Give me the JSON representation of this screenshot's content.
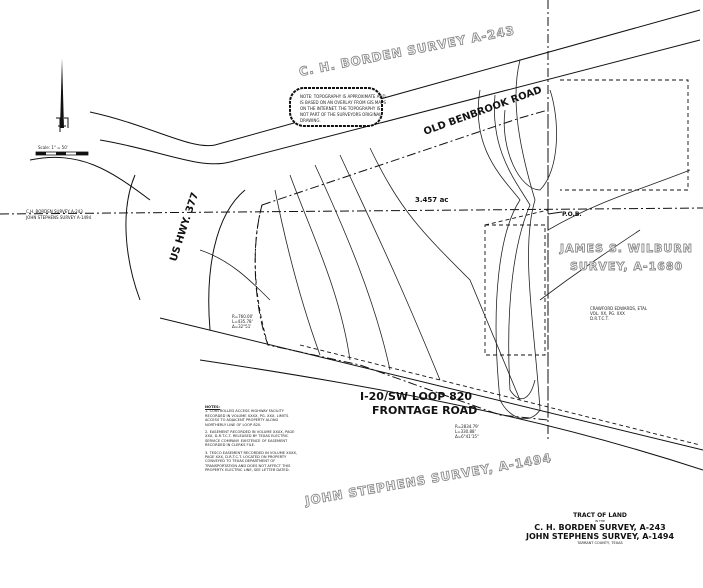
{
  "drawing": {
    "scale_label": "Scale: 1\" = 50'",
    "survey_line_label": [
      "C.H. BORDEN SURVEY A-243",
      "JOHN STEPHENS SURVEY A-1494"
    ],
    "survey_labels": {
      "borden": "C. H. BORDEN SURVEY A-243",
      "wilburn_line1": "JAMES S. WILBURN",
      "wilburn_line2": "SURVEY, A-1680",
      "stephens": "JOHN STEPHENS SURVEY, A-1494"
    },
    "roads": {
      "old_benbrook": "OLD BENBROOK ROAD",
      "us_hwy": "US HWY. 377",
      "frontage_line1": "I-20/SW LOOP 820",
      "frontage_line2": "FRONTAGE ROAD"
    },
    "topo_note": [
      "NOTE: TOPOGRAPHY IS APPROXIMATE AND",
      "IS BASED ON AN OVERLAY FROM GIS MAPS",
      "ON THE INTERNET. THE TOPOGRAPHY IS",
      "NOT PART OF THE SURVEYORS ORIGINAL",
      "DRAWING."
    ],
    "area_label": "3.457 ac",
    "pob_label": "P.O.B.",
    "notes": {
      "heading": "NOTES:",
      "items": [
        "1. CONTROLLED ACCESS HIGHWAY FACILITY RECORDED IN VOLUME XXXX, PG. XXX. LIMITS ACCESS TO ADJACENT PROPERTY ALONG NORTHERLY LINE OF LOOP 820.",
        "2. EASEMENT RECORDED IN VOLUME XXXX, PAGE XXX, D.R.T.C.T. RELEASED BY TEXAS ELECTRIC SERVICE COMPANY. EXISTENCE OF EASEMENT RECORDED IN CLERKS FILE.",
        "3. TESCO EASEMENT RECORDED IN VOLUME XXXX, PAGE XXX, D.R.T.C.T. LOCATED ON PROPERTY CONVEYED TO TEXAS DEPARTMENT OF TRANSPORTATION AND DOES NOT AFFECT THIS PROPERTY. ELECTRIC LINE, SEE LETTER DATED."
      ]
    },
    "title_block": {
      "line1": "TRACT OF LAND",
      "line2": "IN THE",
      "line3": "C. H. BORDEN SURVEY, A-243",
      "line4": "JOHN STEPHENS SURVEY, A-1494",
      "line5": "TARRANT COUNTY, TEXAS"
    },
    "curve_label": [
      "R=760.00'",
      "L=435.78'",
      "Δ=32°51'"
    ],
    "frontage_curve_label": [
      "R=2834.79'",
      "L=330.88'",
      "Δ=6°41'15\""
    ],
    "adjacent_owner": [
      "CRAWFORD EDWARDS, ETAL",
      "VOL. XX, PG. XXX",
      "D.R.T.C.T."
    ],
    "colors": {
      "ink": "#111111",
      "survey_text_outline": "#8a8a8a",
      "paper": "#ffffff"
    }
  }
}
